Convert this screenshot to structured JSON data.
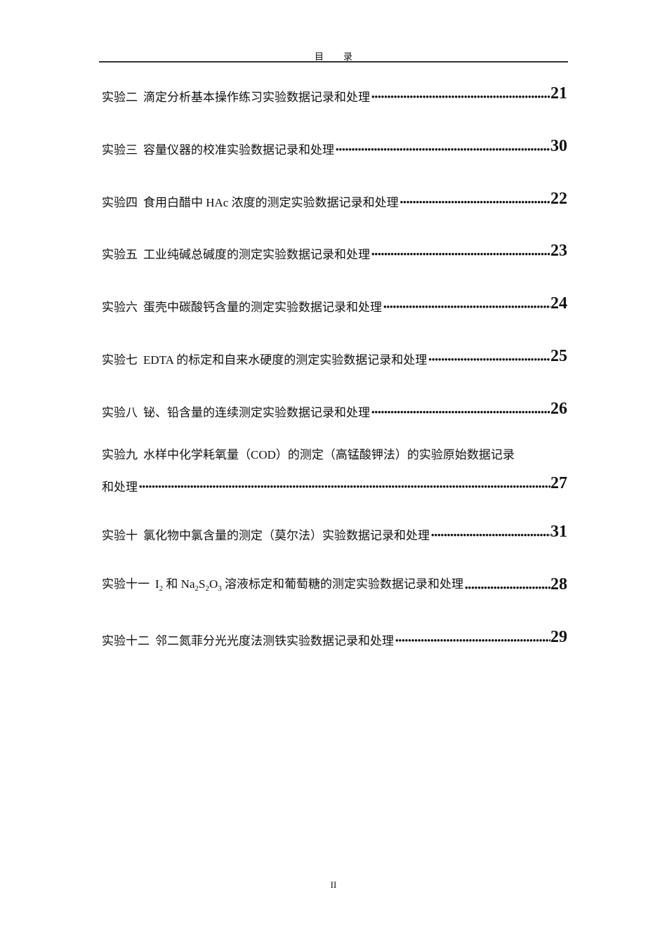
{
  "header": {
    "title": "目录"
  },
  "toc": [
    {
      "prefix": "实验二",
      "title": "滴定分析基本操作练习实验数据记录和处理",
      "page": "21"
    },
    {
      "prefix": "实验三",
      "title": "容量仪器的校准实验数据记录和处理",
      "page": "30"
    },
    {
      "prefix": "实验四",
      "title": "食用白醋中 HAc 浓度的测定实验数据记录和处理 ",
      "page": "22"
    },
    {
      "prefix": "实验五",
      "title": "工业纯碱总碱度的测定实验数据记录和处理",
      "page": "23"
    },
    {
      "prefix": "实验六",
      "title": "蛋壳中碳酸钙含量的测定实验数据记录和处理",
      "page": "24"
    },
    {
      "prefix": "实验七",
      "title": "EDTA 的标定和自来水硬度的测定实验数据记录和处理  ",
      "page": "25"
    },
    {
      "prefix": "实验八",
      "title": "铋、铅含量的连续测定实验数据记录和处理",
      "page": "26"
    },
    {
      "prefix": "实验九",
      "title_line1": "水样中化学耗氧量（COD）的测定（高锰酸钾法）的实验原始数据记录",
      "title_line2": "和处理",
      "page": "27"
    },
    {
      "prefix": "实验十",
      "title": "氯化物中氯含量的测定（莫尔法）实验数据记录和处理 ",
      "page": "31"
    },
    {
      "prefix": "实验十一",
      "title_parts": [
        "I",
        "2",
        " 和 Na",
        "2",
        "S",
        "2",
        "O",
        "3",
        " 溶液标定和葡萄糖的测定实验数据记录和处理 "
      ],
      "page": "28"
    },
    {
      "prefix": "实验十二",
      "title": "邻二氮菲分光光度法测铁实验数据记录和处理 ",
      "page": "29"
    }
  ],
  "footer": {
    "page_number": "II"
  }
}
